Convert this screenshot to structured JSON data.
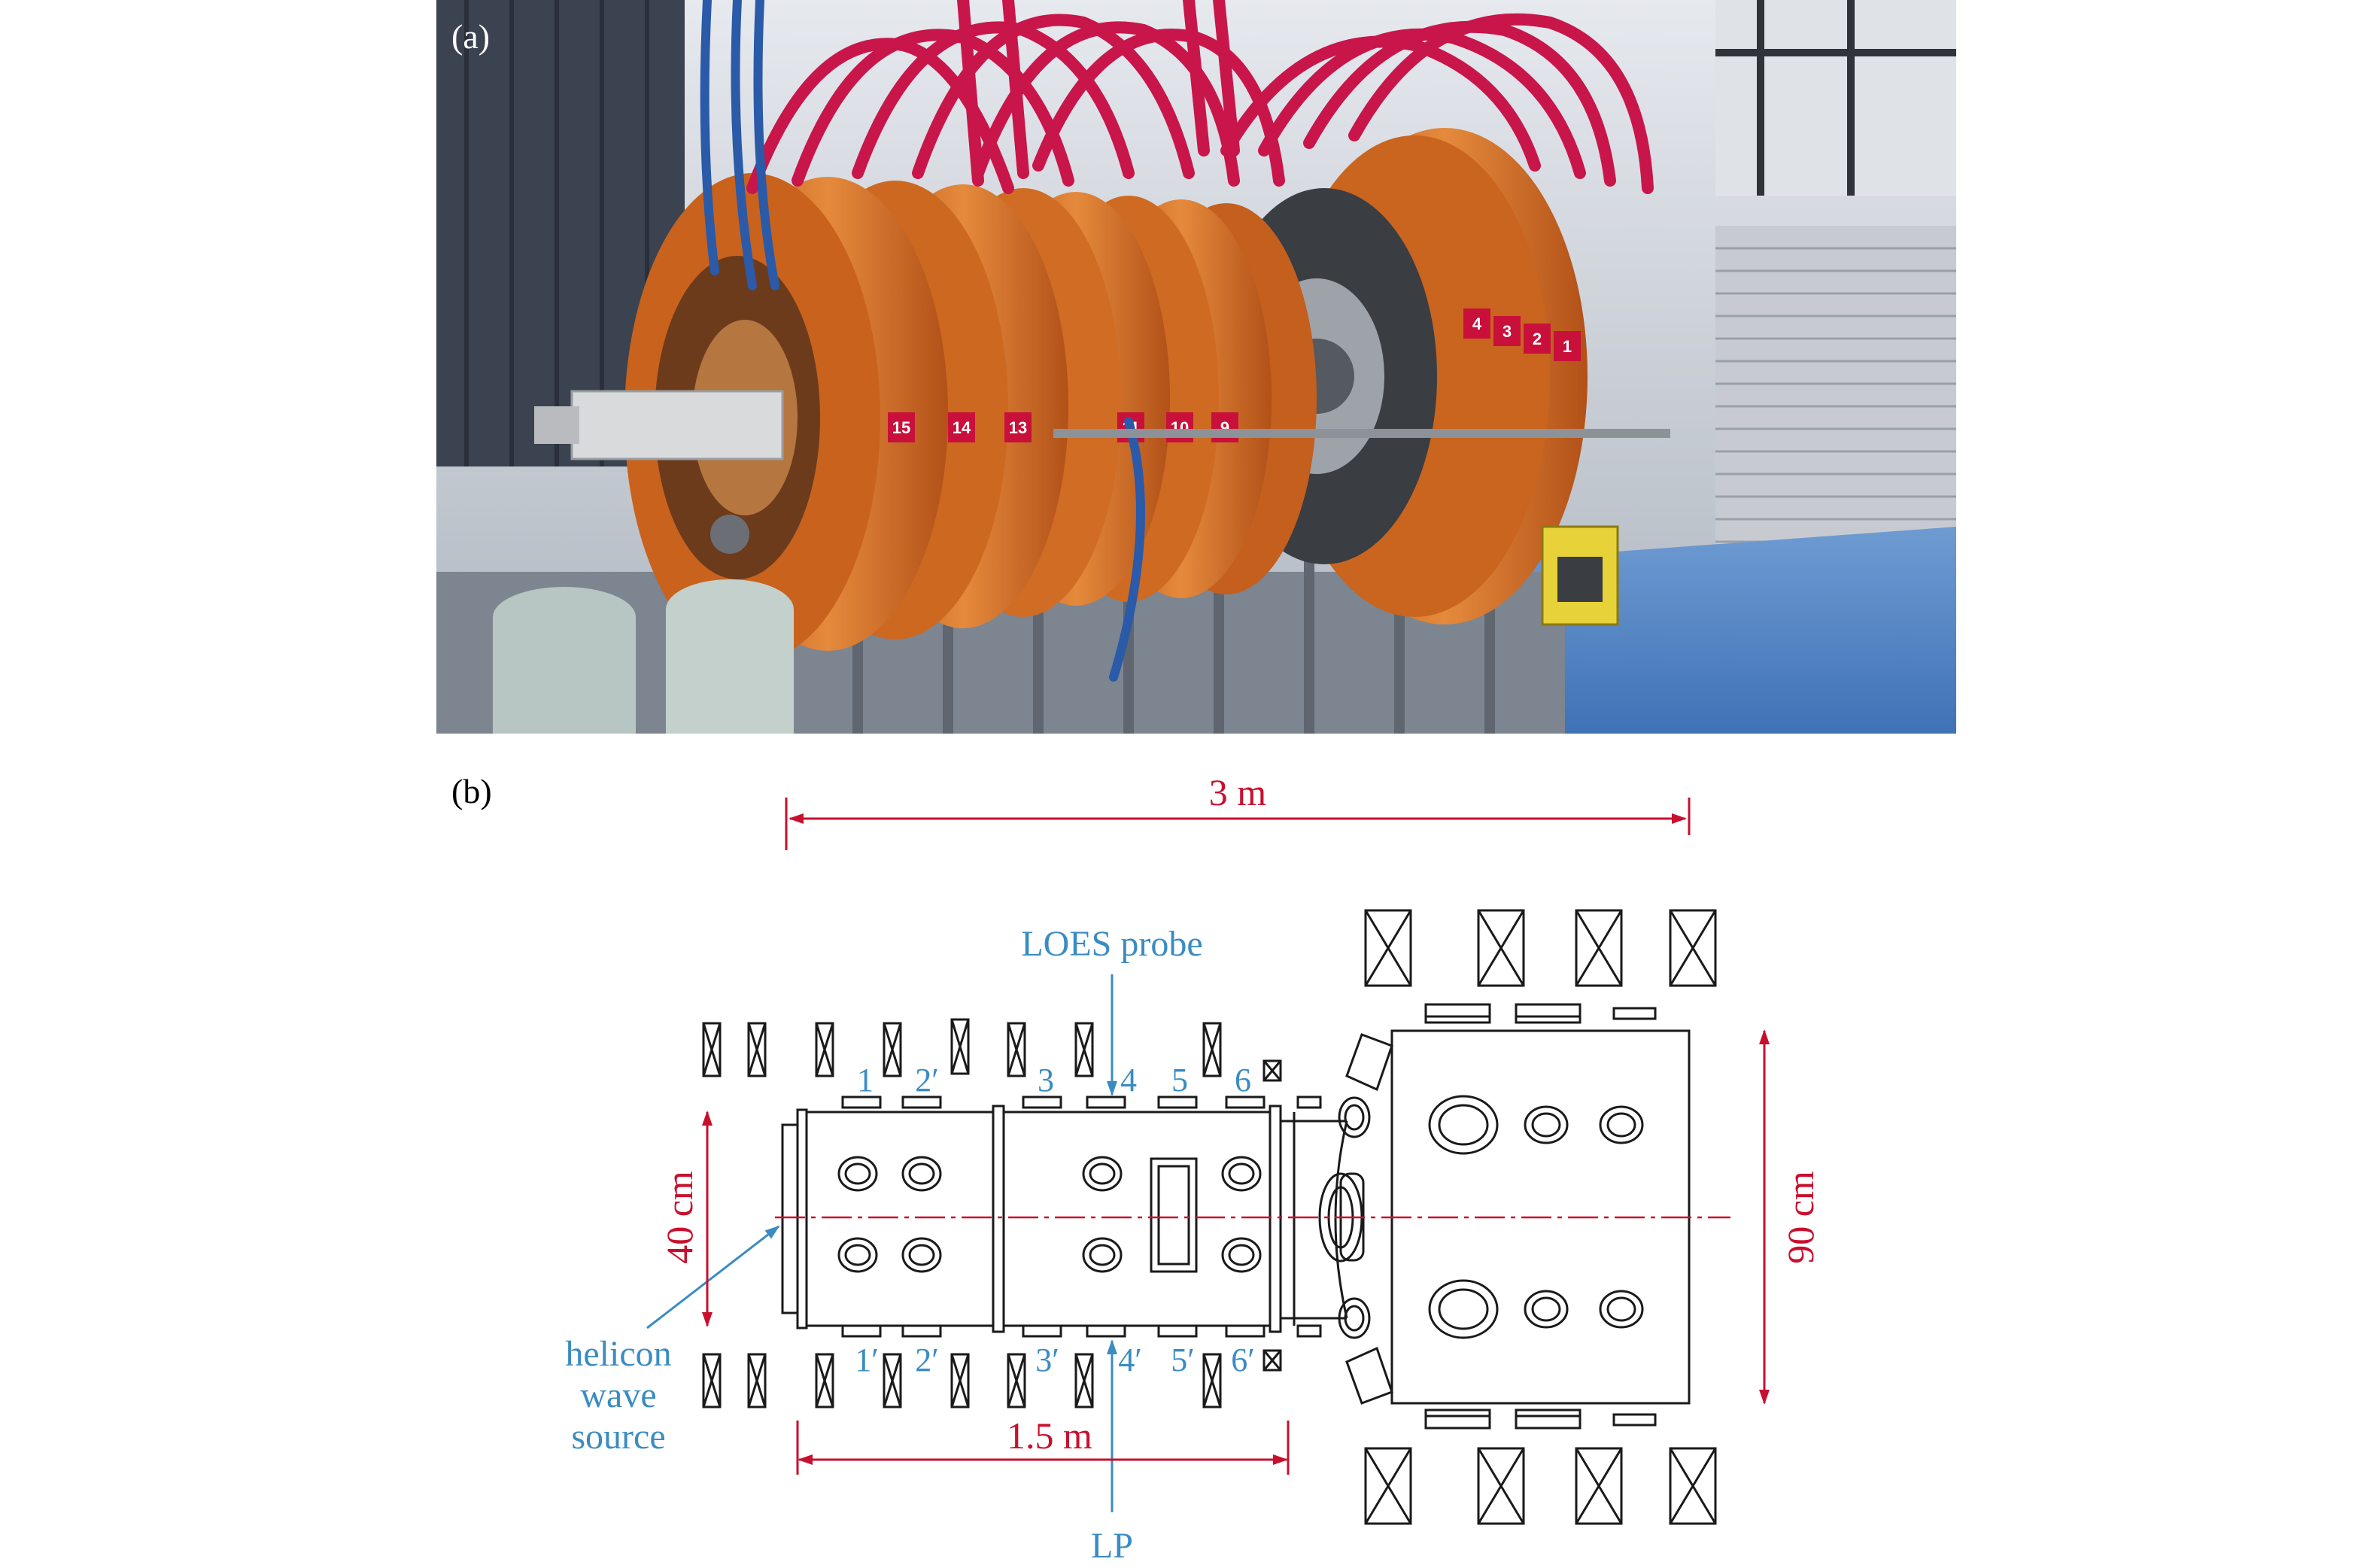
{
  "panels": {
    "a_label": "(a)",
    "b_label": "(b)"
  },
  "photo": {
    "coil_numbers": [
      "15",
      "14",
      "13",
      "11",
      "10",
      "9",
      "4",
      "3",
      "2",
      "1"
    ],
    "colors": {
      "coil_orange": "#d9702a",
      "cable_red": "#c8164a",
      "cable_blue": "#2a5aa8",
      "floor_blue": "#4a7fc0",
      "wall_gray": "#bcc3cc"
    }
  },
  "diagram": {
    "dim_total": "3 m",
    "dim_linear": "1.5 m",
    "dim_diameter": "40 cm",
    "dim_chamber": "90 cm",
    "loes_label": "LOES probe",
    "lp_label": "LP",
    "source_label": [
      "helicon",
      "wave",
      "source"
    ],
    "top_ports": [
      "1",
      "2′",
      "3",
      "4",
      "5",
      "6"
    ],
    "bottom_ports": [
      "1′",
      "2′",
      "3′",
      "4′",
      "5′",
      "6′"
    ],
    "colors": {
      "dimension": "#c8102e",
      "annotation": "#3a8cc2",
      "outline": "#1a1a1a"
    }
  }
}
